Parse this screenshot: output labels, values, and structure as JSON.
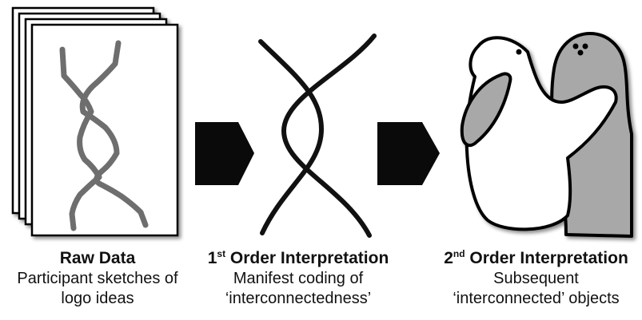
{
  "stages": [
    {
      "title": "Raw Data",
      "lines": [
        "Participant sketches of",
        "logo ideas"
      ]
    },
    {
      "ordinal_number": "1",
      "ordinal_suffix": "st",
      "title_rest": " Order Interpretation",
      "lines": [
        "Manifest coding of",
        "‘interconnectedness’"
      ]
    },
    {
      "ordinal_number": "2",
      "ordinal_suffix": "nd",
      "title_rest": " Order Interpretation",
      "lines": [
        "Subsequent",
        "‘interconnected’ objects"
      ]
    }
  ],
  "colors": {
    "sketch_stroke": "#6e6e6e",
    "line_stroke": "#111111",
    "arrow_fill": "#0a0a0a",
    "figure_white": "#ffffff",
    "figure_grey": "#a8a8a8"
  },
  "icons": [
    "paper-stack-icon",
    "arrow-right-icon",
    "twisted-lines-icon",
    "hugging-birds-icon"
  ]
}
